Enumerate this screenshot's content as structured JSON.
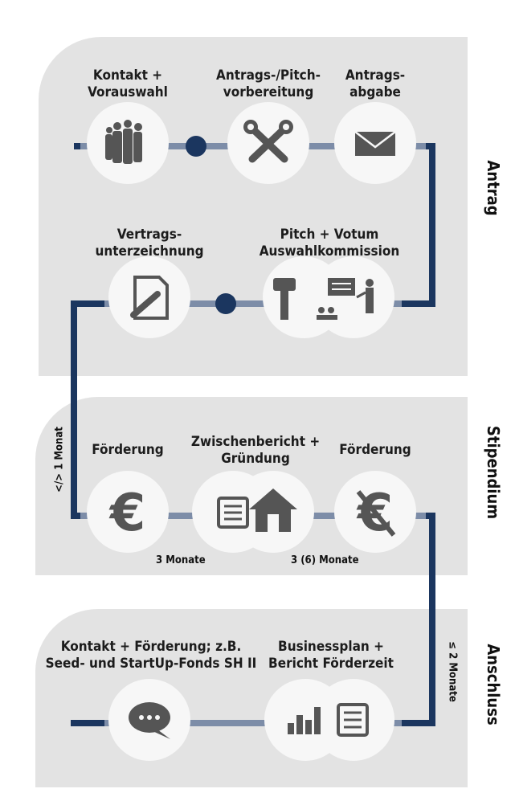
{
  "sections": {
    "antrag": "Antrag",
    "stipendium": "Stipendium",
    "anschluss": "Anschluss"
  },
  "steps": {
    "kontakt": [
      "Kontakt +",
      "Vorauswahl"
    ],
    "pitch_prep": [
      "Antrags-/Pitch-",
      "vorbereitung"
    ],
    "abgabe": [
      "Antrags-",
      "abgabe"
    ],
    "vertrag": [
      "Vertrags-",
      "unterzeichnung"
    ],
    "votum": [
      "Pitch + Votum",
      "Auswahlkommission"
    ],
    "foerderung1": [
      "Förderung"
    ],
    "zwischen": [
      "Zwischenbericht +",
      "Gründung"
    ],
    "foerderung2": [
      "Förderung"
    ],
    "anschluss_kontakt": [
      "Kontakt + Förderung; z.B.",
      "Seed- und StartUp-Fonds SH II"
    ],
    "businessplan": [
      "Businessplan +",
      "Bericht Förderzeit"
    ]
  },
  "durations": {
    "monat_1": "</> 1 Monat",
    "monate_3": "3 Monate",
    "monate_3_6": "3 (6) Monate",
    "monate_2": "≤ 2 Monate"
  },
  "colors": {
    "line": "#1b365f",
    "line_highlight": "#cdd6e4",
    "panel": "#e3e3e3",
    "circle": "#f7f7f7",
    "icon": "#555555"
  },
  "icons": {
    "kontakt": "people-group-icon",
    "pitch_prep": "tools-icon",
    "abgabe": "envelope-icon",
    "vertrag": "document-sign-icon",
    "votum": "gavel-meeting-presenter-icon",
    "foerderung1": "euro-icon",
    "zwischen": "report-house-icon",
    "foerderung2": "euro-crossed-icon",
    "anschluss_kontakt": "speech-bubble-icon",
    "businessplan": "chart-report-icon"
  }
}
